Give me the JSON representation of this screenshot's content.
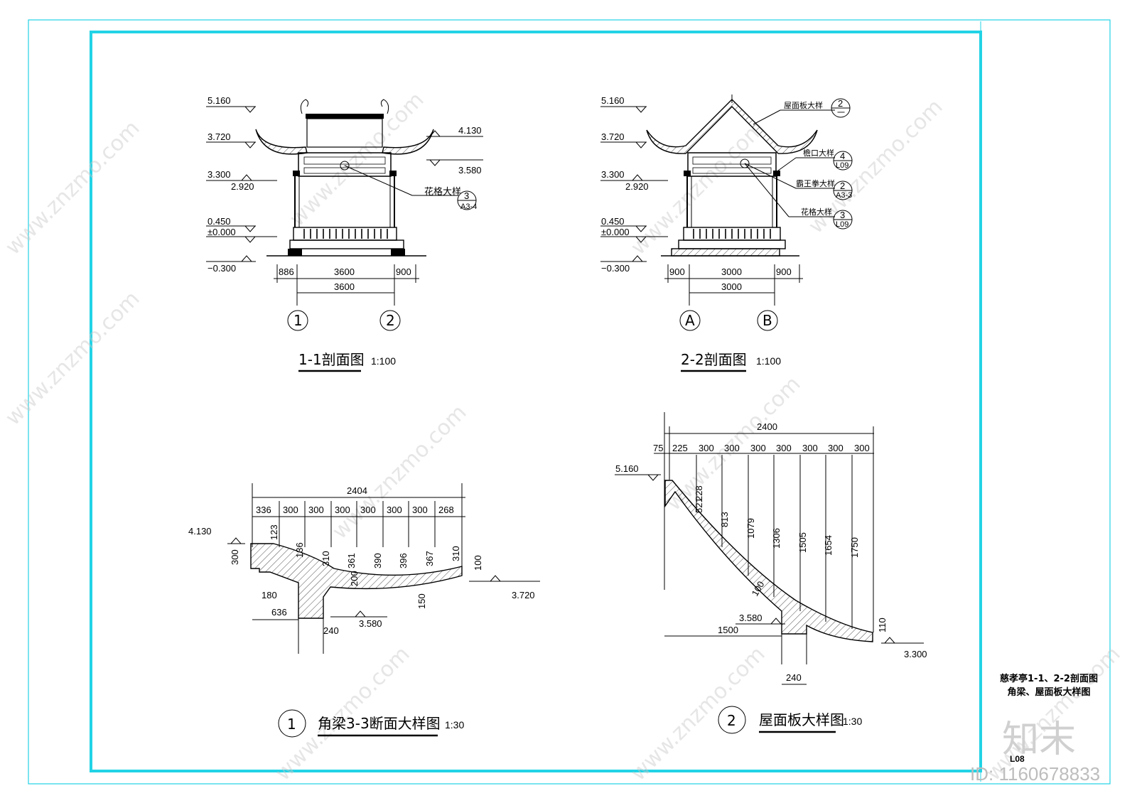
{
  "sheet": {
    "title_line1": "慈孝亭1-1、2-2剖面图",
    "title_line2": "角梁、屋面板大样图",
    "logo": "知末",
    "sheet_no": "L08",
    "id_text": "ID: 1160678833",
    "watermark": "www.znzmo.com",
    "frame_color": "#22d3e6"
  },
  "section_1_1": {
    "title": "1-1剖面图",
    "scale": "1:100",
    "levels": [
      "5.160",
      "3.720",
      "3.300",
      "2.920",
      "0.450",
      "±0.000",
      "−0.300",
      "4.130",
      "3.580"
    ],
    "dims_top": [
      "886",
      "3600",
      "900"
    ],
    "dims_bottom": [
      "3600"
    ],
    "axes": [
      "1",
      "2"
    ],
    "callout_label": "花格大样",
    "callout_no": "3",
    "callout_sheet": "A3-4"
  },
  "section_2_2": {
    "title": "2-2剖面图",
    "scale": "1:100",
    "levels": [
      "5.160",
      "3.720",
      "3.300",
      "2.920",
      "0.450",
      "±0.000",
      "−0.300"
    ],
    "dims_top": [
      "900",
      "3000",
      "900"
    ],
    "dims_bottom": [
      "3000"
    ],
    "axes": [
      "A",
      "B"
    ],
    "callouts": [
      {
        "label": "屋面板大样",
        "no": "2",
        "sheet": "一"
      },
      {
        "label": "檐口大样",
        "no": "4",
        "sheet": "L09"
      },
      {
        "label": "霸王拳大样",
        "no": "2",
        "sheet": "A3-3"
      },
      {
        "label": "花格大样",
        "no": "3",
        "sheet": "L09"
      }
    ]
  },
  "detail_1": {
    "no": "1",
    "title": "角梁3-3断面大样图",
    "scale": "1:30",
    "total": "2404",
    "dims": [
      "336",
      "300",
      "300",
      "300",
      "300",
      "300",
      "300",
      "268"
    ],
    "heights": [
      "123",
      "136",
      "310",
      "361",
      "390",
      "396",
      "367",
      "310"
    ],
    "levels": [
      "4.130",
      "3.720",
      "3.580"
    ],
    "misc": [
      "300",
      "180",
      "636",
      "240",
      "200",
      "150",
      "100"
    ]
  },
  "detail_2": {
    "no": "2",
    "title": "屋面板大样图",
    "scale": "1:30",
    "total": "2400",
    "dims": [
      "75",
      "225",
      "300",
      "300",
      "300",
      "300",
      "300",
      "300",
      "300"
    ],
    "heights": [
      "228",
      "521",
      "813",
      "1079",
      "1306",
      "1505",
      "1654",
      "1750"
    ],
    "levels": [
      "5.160",
      "3.580",
      "3.300"
    ],
    "misc": [
      "1500",
      "240",
      "100",
      "110"
    ]
  }
}
